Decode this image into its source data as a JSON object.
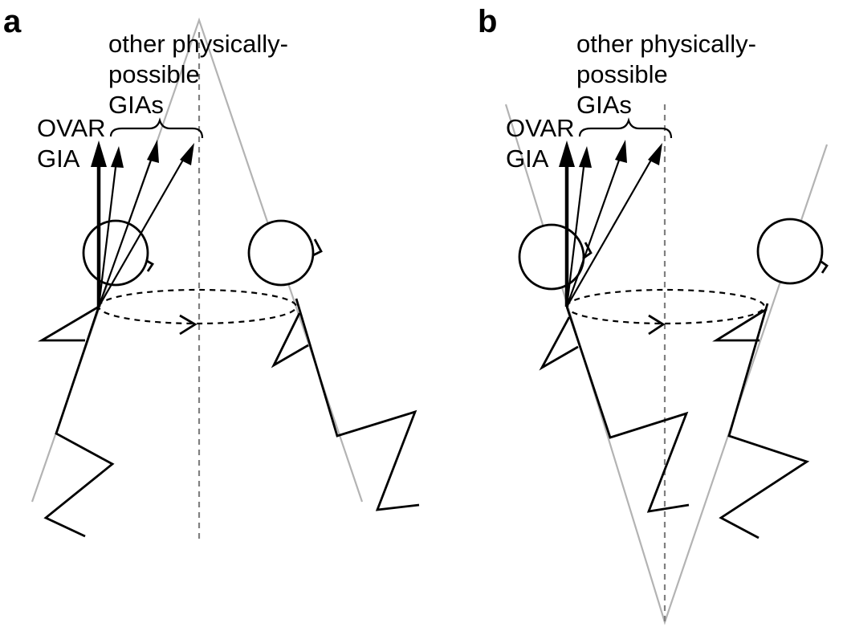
{
  "panels": [
    {
      "label": "a",
      "text_other": [
        "other physically-",
        "possible",
        "GIAs"
      ],
      "text_ovar": [
        "OVAR",
        "GIA"
      ]
    },
    {
      "label": "b",
      "text_other": [
        "other physically-",
        "possible",
        "GIAs"
      ],
      "text_ovar": [
        "OVAR",
        "GIA"
      ]
    }
  ]
}
